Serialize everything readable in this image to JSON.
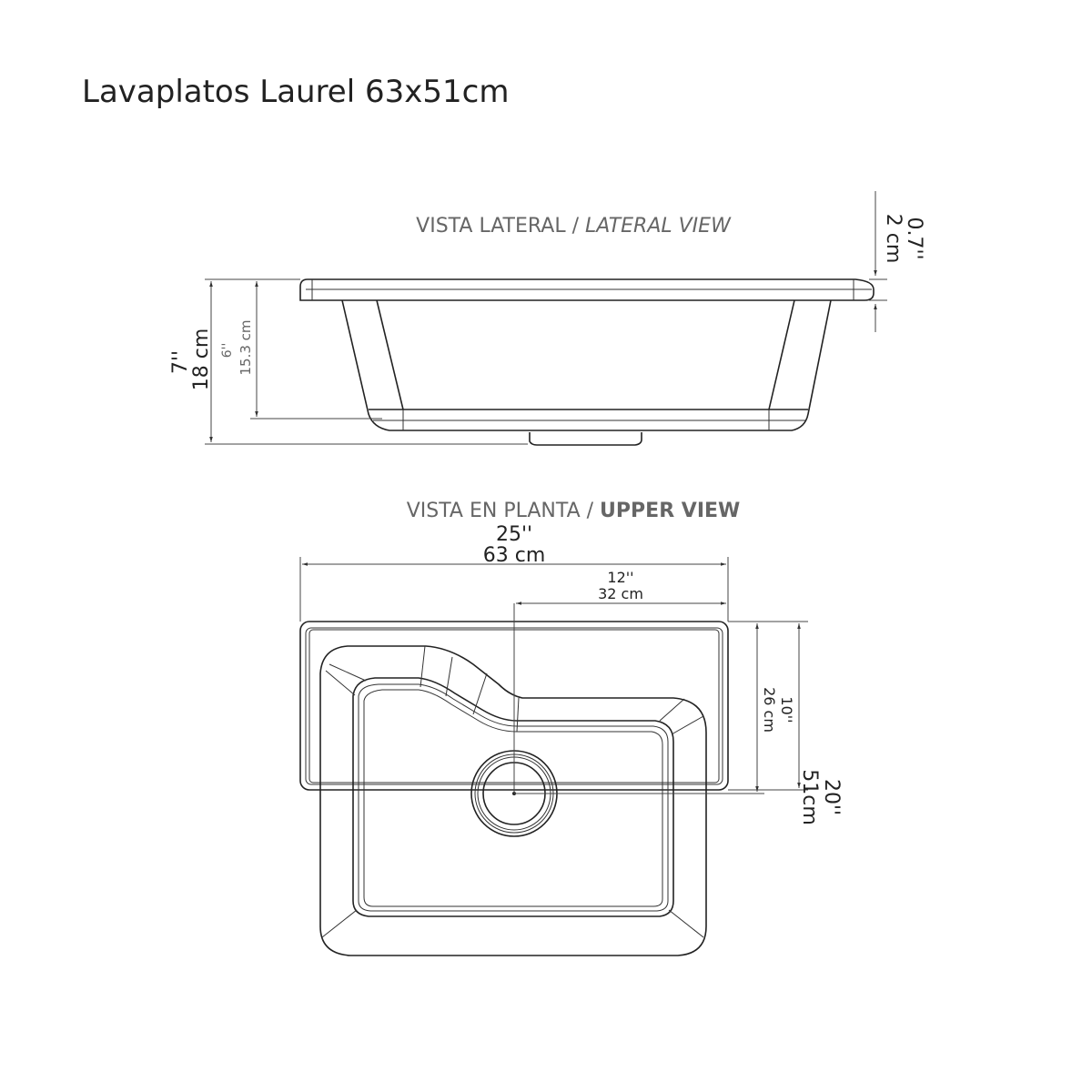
{
  "title": "Lavaplatos Laurel 63x51cm",
  "lateral_view": {
    "label_es": "VISTA LATERAL /",
    "label_en": "LATERAL VIEW",
    "height_total_in": "7''",
    "height_total_cm": "18 cm",
    "height_bowl_in": "6''",
    "height_bowl_cm": "15.3 cm",
    "rim_in": "0.7''",
    "rim_cm": "2 cm"
  },
  "upper_view": {
    "label_es": "VISTA EN PLANTA /",
    "label_en": "UPPER VIEW",
    "width_in": "25''",
    "width_cm": "63 cm",
    "drain_x_in": "12''",
    "drain_x_cm": "32 cm",
    "drain_y_in": "10''",
    "drain_y_cm": "26 cm",
    "depth_in": "20''",
    "depth_cm": "51cm"
  }
}
